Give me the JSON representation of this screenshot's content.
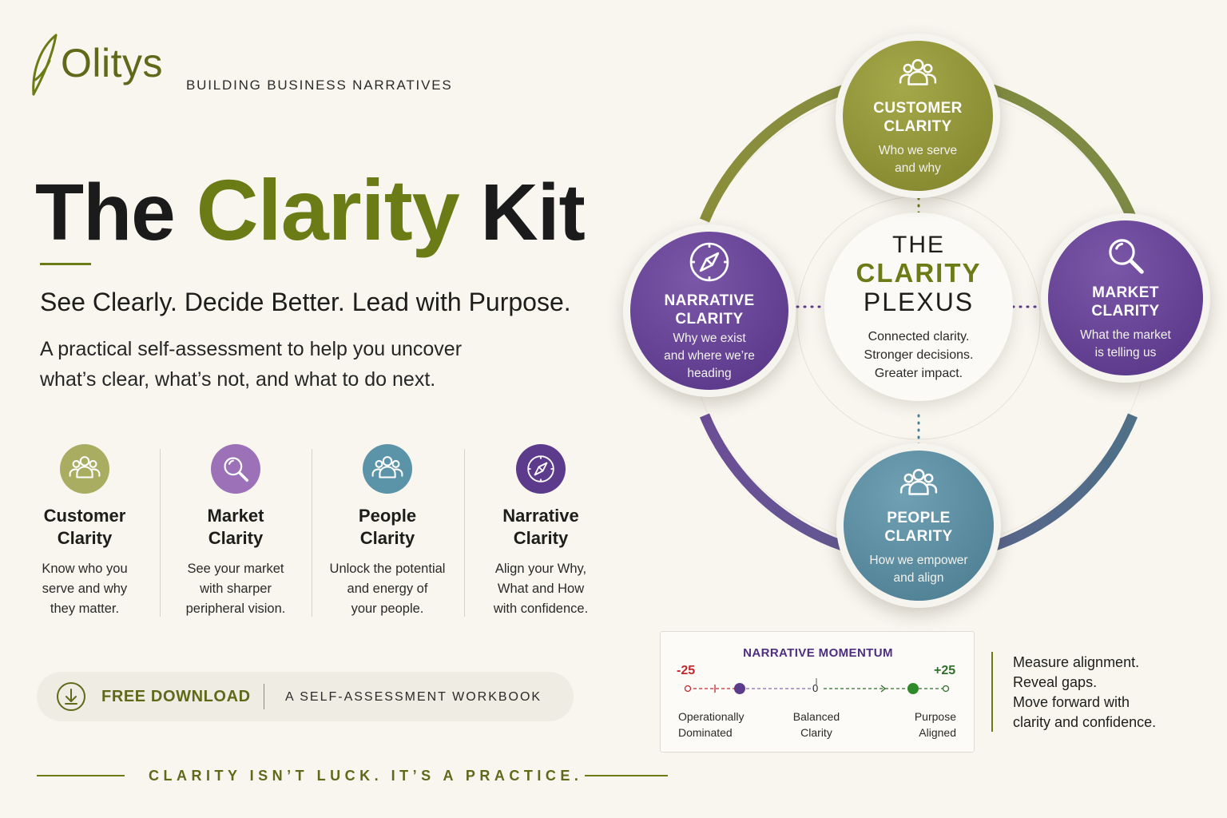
{
  "brand": {
    "name": "Olitys",
    "tagline": "BUILDING BUSINESS NARRATIVES",
    "color": "#6b7b16"
  },
  "hero": {
    "title_part1": "The",
    "title_part2": "Clarity",
    "title_part3": "Kit",
    "subtitle": "See Clearly. Decide Better. Lead with Purpose.",
    "lede": "A practical self-assessment to help you uncover what’s clear, what’s not, and what to do next."
  },
  "features": [
    {
      "icon": "people-icon",
      "title_line1": "Customer",
      "title_line2": "Clarity",
      "desc_line1": "Know who you",
      "desc_line2": "serve and why",
      "desc_line3": "they matter.",
      "color": "#a9ad62"
    },
    {
      "icon": "magnifier-icon",
      "title_line1": "Market",
      "title_line2": "Clarity",
      "desc_line1": "See your market",
      "desc_line2": "with sharper",
      "desc_line3": "peripheral vision.",
      "color": "#9c71b8"
    },
    {
      "icon": "people-icon",
      "title_line1": "People",
      "title_line2": "Clarity",
      "desc_line1": "Unlock the potential",
      "desc_line2": "and energy of",
      "desc_line3": "your people.",
      "color": "#5b93a8"
    },
    {
      "icon": "compass-icon",
      "title_line1": "Narrative",
      "title_line2": "Clarity",
      "desc_line1": "Align your Why,",
      "desc_line2": "What and How",
      "desc_line3": "with confidence.",
      "color": "#5c3a8c"
    }
  ],
  "download": {
    "icon": "download-icon",
    "label": "FREE DOWNLOAD",
    "desc": "A SELF-ASSESSMENT WORKBOOK"
  },
  "footer": {
    "tagline": "CLARITY ISN’T LUCK. IT’S A PRACTICE."
  },
  "plexus": {
    "center": {
      "line1": "THE",
      "line2": "CLARITY",
      "line3": "PLEXUS",
      "desc_line1": "Connected clarity.",
      "desc_line2": "Stronger decisions.",
      "desc_line3": "Greater impact."
    },
    "customer": {
      "icon": "people-icon",
      "title_line1": "CUSTOMER",
      "title_line2": "CLARITY",
      "desc_line1": "Who we serve",
      "desc_line2": "and why",
      "color": "#8e9030"
    },
    "market": {
      "icon": "magnifier-icon",
      "title_line1": "MARKET",
      "title_line2": "CLARITY",
      "desc_line1": "What the market",
      "desc_line2": "is telling us",
      "color": "#6a4393"
    },
    "people": {
      "icon": "people-icon",
      "title_line1": "PEOPLE",
      "title_line2": "CLARITY",
      "desc_line1": "How we empower",
      "desc_line2": "and align",
      "color": "#4e8196"
    },
    "narrative": {
      "icon": "compass-icon",
      "title_line1": "NARRATIVE",
      "title_line2": "CLARITY",
      "desc_line1": "Why we exist",
      "desc_line2": "and where we’re",
      "desc_line3": "heading",
      "color": "#5c3a8c"
    }
  },
  "momentum": {
    "title": "NARRATIVE MOMENTUM",
    "min_label": "-25",
    "max_label": "+25",
    "zero_label": "0",
    "left_label_line1": "Operationally",
    "left_label_line2": "Dominated",
    "mid_label_line1": "Balanced",
    "mid_label_line2": "Clarity",
    "right_label_line1": "Purpose",
    "right_label_line2": "Aligned",
    "min_color": "#c0282d",
    "max_color": "#2f6e2a"
  },
  "side_note": {
    "line1": "Measure alignment.",
    "line2": "Reveal gaps.",
    "line3": "Move forward with",
    "line4": "clarity and confidence."
  }
}
